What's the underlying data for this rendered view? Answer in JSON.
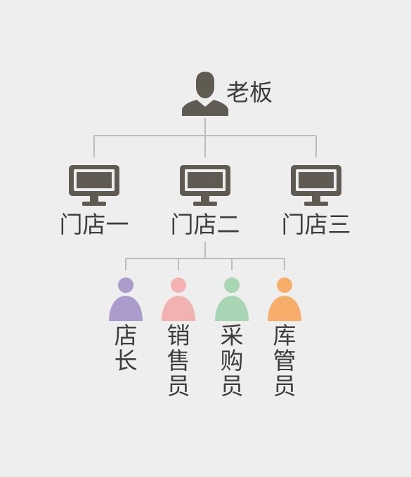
{
  "boss": {
    "label": "老板",
    "icon": "person-icon",
    "color": "#5f5b52"
  },
  "stores": [
    {
      "label": "门店一",
      "icon": "monitor-icon"
    },
    {
      "label": "门店二",
      "icon": "monitor-icon"
    },
    {
      "label": "门店三",
      "icon": "monitor-icon"
    }
  ],
  "roles": [
    {
      "label": "店长",
      "color": "#ab9ccb"
    },
    {
      "label": "销售员",
      "color": "#f2b2b2"
    },
    {
      "label": "采购员",
      "color": "#a8d5b3"
    },
    {
      "label": "库管员",
      "color": "#f6ae6a"
    }
  ],
  "colors": {
    "background": "#eeeeee",
    "connector": "#bdbdbd",
    "icon": "#5f5b52",
    "text": "#3d3d3d"
  }
}
